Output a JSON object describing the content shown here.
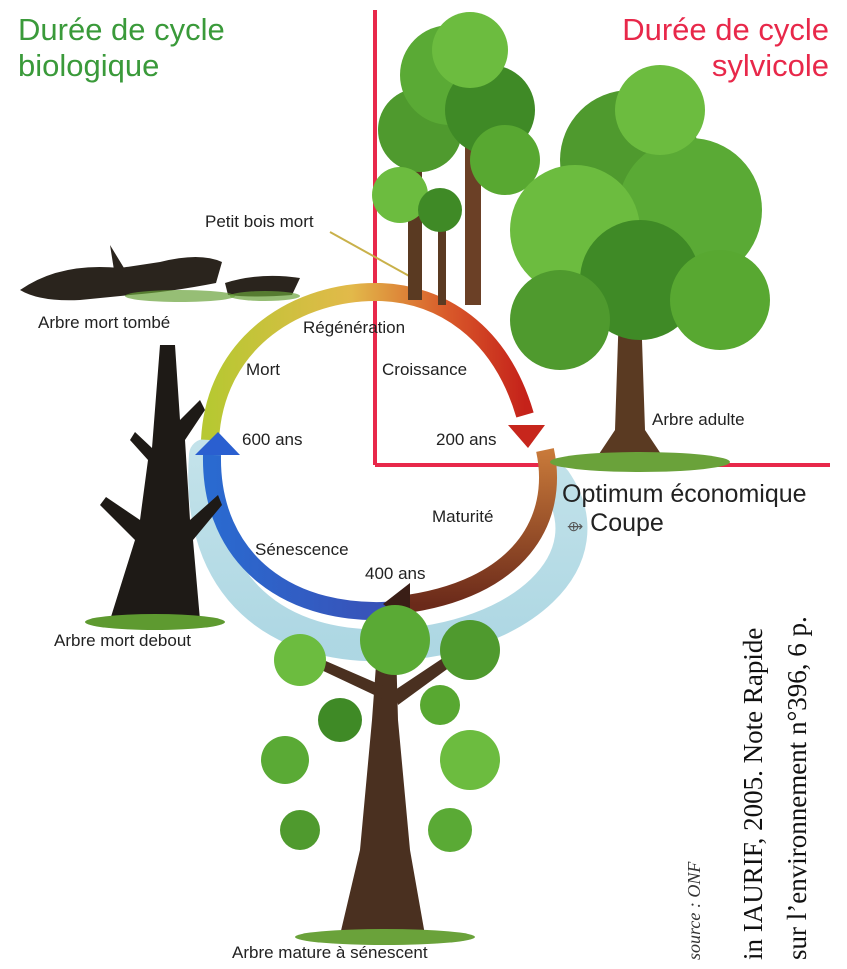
{
  "titles": {
    "biological": [
      "Durée de cycle",
      "biologique"
    ],
    "sylvicole": [
      "Durée de cycle",
      "sylvicole"
    ]
  },
  "labels": {
    "petit_bois_mort": "Petit bois mort",
    "arbre_mort_tombe": "Arbre mort tombé",
    "regeneration": "Régénération",
    "mort": "Mort",
    "croissance": "Croissance",
    "ans_600": "600 ans",
    "ans_200": "200 ans",
    "arbre_adulte": "Arbre adulte",
    "optimum": "Optimum économique",
    "coupe": "Coupe",
    "maturite": "Maturité",
    "senescence": "Sénescence",
    "ans_400": "400 ans",
    "arbre_mort_debout": "Arbre mort debout",
    "arbre_mature": "Arbre mature à sénescent"
  },
  "source": {
    "onf": "source : ONF",
    "line1": "in IAURIF, 2005. Note Rapide",
    "line2": "sur l’environnement n°396, 6 p."
  },
  "colors": {
    "title_green": "#3a9a3a",
    "title_red": "#e8284a",
    "axis_red": "#e8284a"
  }
}
